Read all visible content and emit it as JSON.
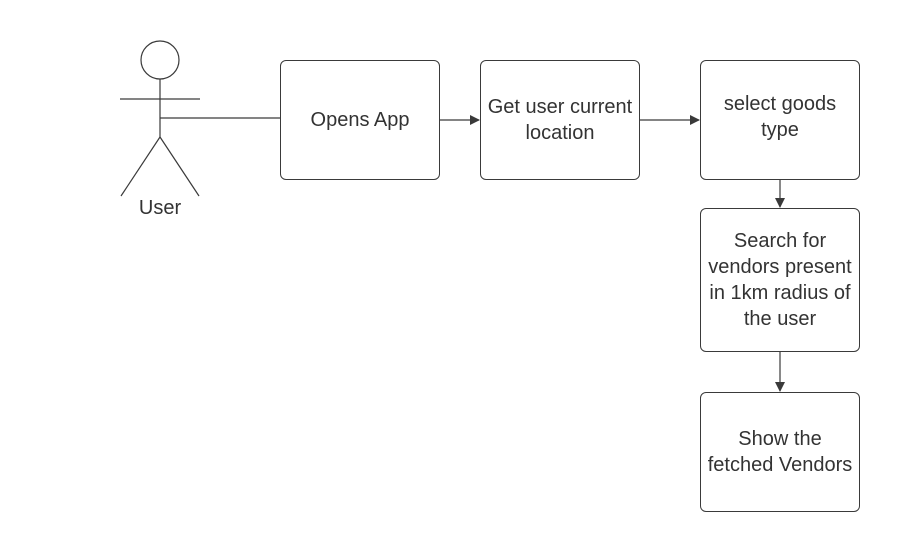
{
  "diagram": {
    "actor": {
      "label": "User"
    },
    "nodes": {
      "opens_app": "Opens App",
      "get_location": "Get user current location",
      "select_goods": "select goods type",
      "search_vendors": "Search for vendors present in 1km radius of the user",
      "show_vendors": "Show the fetched Vendors"
    },
    "edges": [
      {
        "from": "User",
        "to": "Opens App"
      },
      {
        "from": "Opens App",
        "to": "Get user current location"
      },
      {
        "from": "Get user current location",
        "to": "select goods type"
      },
      {
        "from": "select goods type",
        "to": "Search for vendors present in 1km radius of the user"
      },
      {
        "from": "Search for vendors present in 1km radius of the user",
        "to": "Show the fetched Vendors"
      }
    ]
  },
  "colors": {
    "stroke": "#3a3a3a",
    "text": "#333333",
    "background": "#ffffff"
  }
}
